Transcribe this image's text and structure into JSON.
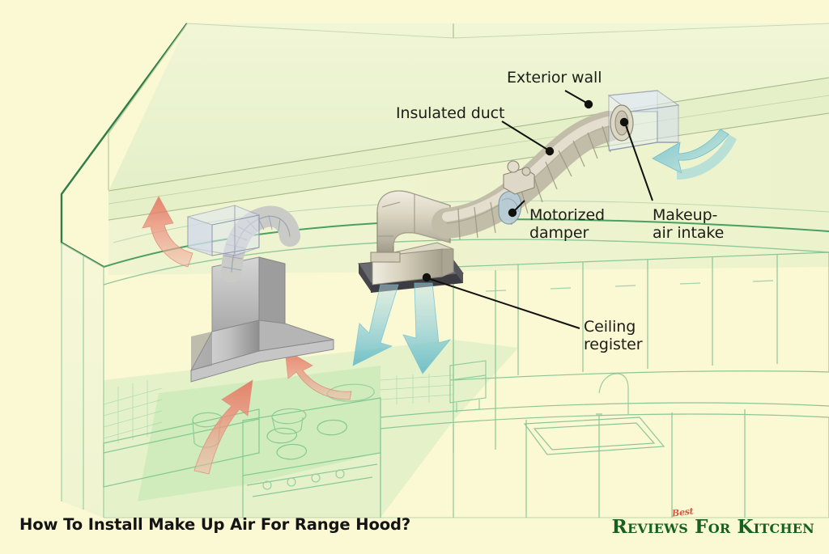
{
  "background_color": "#fbf8d4",
  "illustration": {
    "name": "range-hood-makeup-air-cutaway-diagram",
    "palette": {
      "paper": "#fbf8d4",
      "ceiling_plane": "#eaf2cf",
      "wall_plane": "#e2efc8",
      "roof_line": "#2f7d47",
      "kitchen_line": "#7fc08f",
      "duct_metal": "#cfc9b4",
      "duct_metal_dark": "#8f8a78",
      "hood_metal": "#c9c9c9",
      "hood_metal_dark": "#8c8c8c",
      "register_frame": "#55555a",
      "arrow_warm": "#e8836f",
      "arrow_cool": "#6ec2d4",
      "leader_line": "#11110d"
    },
    "labels": [
      {
        "id": "exterior-wall",
        "text": "Exterior wall"
      },
      {
        "id": "insulated-duct",
        "text": "Insulated duct"
      },
      {
        "id": "motorized-damper",
        "text": "Motorized\ndamper"
      },
      {
        "id": "makeup-air-intake",
        "text": "Makeup-\nair intake"
      },
      {
        "id": "ceiling-register",
        "text": "Ceiling\nregister"
      }
    ]
  },
  "footer": {
    "title": "How To Install Make Up Air For Range Hood?",
    "brand": {
      "script_word": "Best",
      "name": "Reviews For Kitchen",
      "name_color": "#16611f",
      "script_color": "#d4583f"
    }
  }
}
